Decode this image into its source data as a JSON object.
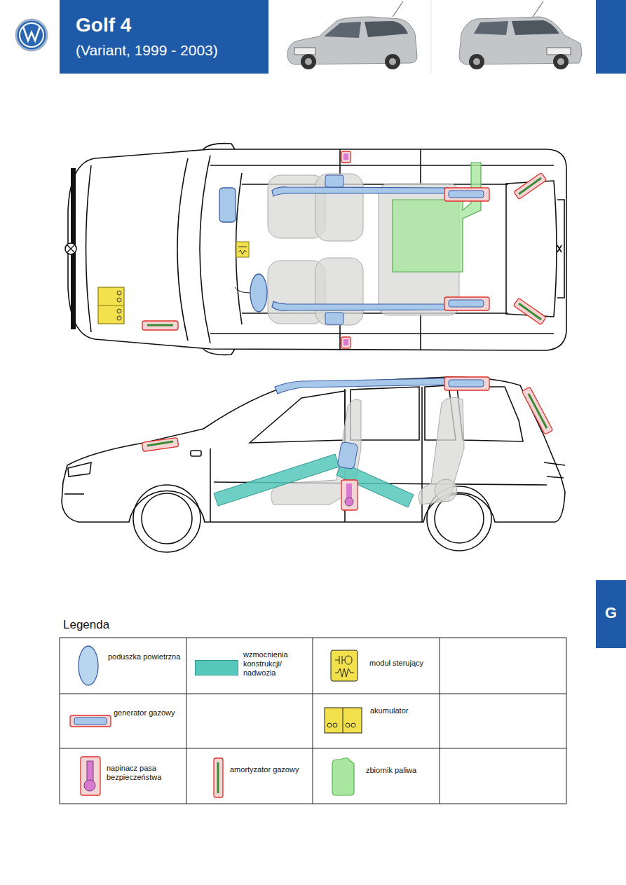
{
  "diagram": {
    "nodes": [
      {
        "text": [
          "Golf 4",
          "(Variant, 1999 - 2003)"
        ]
      },
      {
        "text": [
          "G"
        ]
      }
    ],
    "labels": [
      "Legenda"
    ],
    "legend": [
      {
        "text": "poduszka powietrzna"
      },
      {
        "text": "wzmocnienia konstrukcji/ nadwozia",
        "color": "#55c7bb"
      },
      {
        "text": "moduł sterujący"
      },
      {
        "text": "generator gazowy"
      },
      {
        "text": "akumulator"
      },
      {
        "text": "napinacz pasa bezpieczeństwa"
      },
      {
        "text": "amortyzator gazowy"
      },
      {
        "text": "zbiornik paliwa"
      }
    ]
  }
}
